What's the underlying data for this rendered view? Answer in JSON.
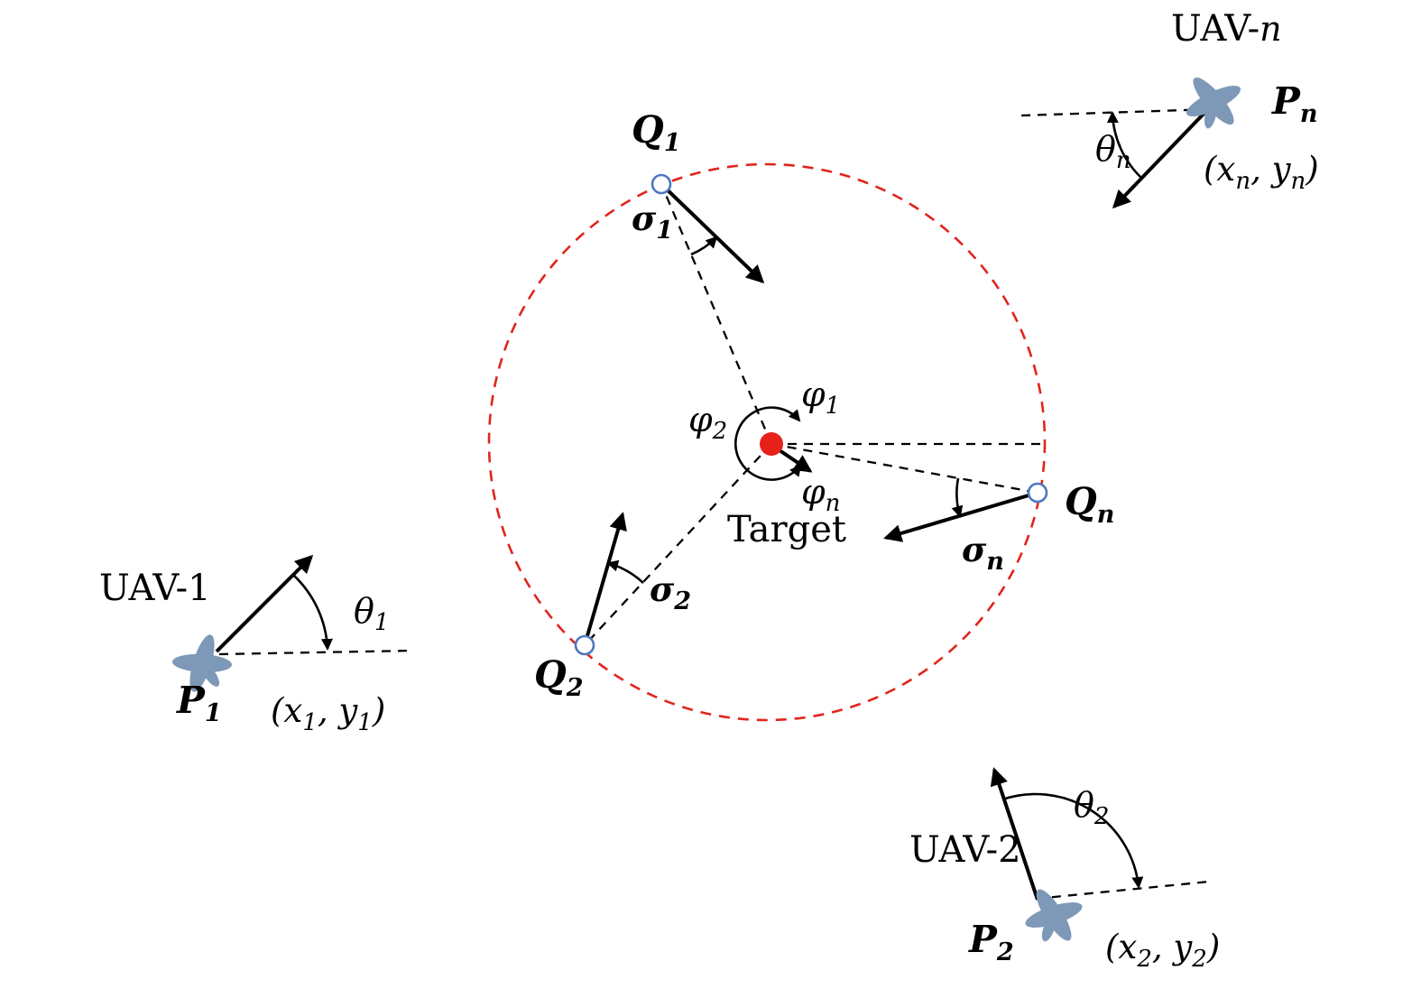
{
  "figure": {
    "type": "uav-target-encirclement-geometry-diagram",
    "colors": {
      "orbit_circle": "#e0251b",
      "target_dot": "#e8201a",
      "waypoint_ring": "#4d77c0",
      "uav_body": "#7e98b8"
    },
    "target": {
      "label": "Target"
    },
    "waypoints": {
      "q1": {
        "base": "Q",
        "sub": "1"
      },
      "q2": {
        "base": "Q",
        "sub": "2"
      },
      "qn": {
        "base": "Q",
        "sub": "n"
      }
    },
    "sigma": {
      "s1": {
        "base": "σ",
        "sub": "1"
      },
      "s2": {
        "base": "σ",
        "sub": "2"
      },
      "sn": {
        "base": "σ",
        "sub": "n"
      }
    },
    "phi": {
      "f1": {
        "base": "φ",
        "sub": "1"
      },
      "f2": {
        "base": "φ",
        "sub": "2"
      },
      "fn": {
        "base": "φ",
        "sub": "n"
      }
    },
    "uav1": {
      "name": "UAV-1",
      "theta": {
        "base": "θ",
        "sub": "1"
      },
      "p": {
        "base": "P",
        "sub": "1"
      },
      "coords": {
        "pre": "(x",
        "s1": "1",
        "mid": ", y",
        "s2": "1",
        "post": ")"
      }
    },
    "uav2": {
      "name": "UAV-2",
      "theta": {
        "base": "θ",
        "sub": "2"
      },
      "p": {
        "base": "P",
        "sub": "2"
      },
      "coords": {
        "pre": "(x",
        "s1": "2",
        "mid": ", y",
        "s2": "2",
        "post": ")"
      }
    },
    "uavn": {
      "name_prefix": "UAV-",
      "name_var": "n",
      "theta": {
        "base": "θ",
        "sub": "n"
      },
      "p": {
        "base": "P",
        "sub": "n"
      },
      "coords": {
        "pre": "(x",
        "s1": "n",
        "mid": ", y",
        "s2": "n",
        "post": ")"
      }
    }
  }
}
